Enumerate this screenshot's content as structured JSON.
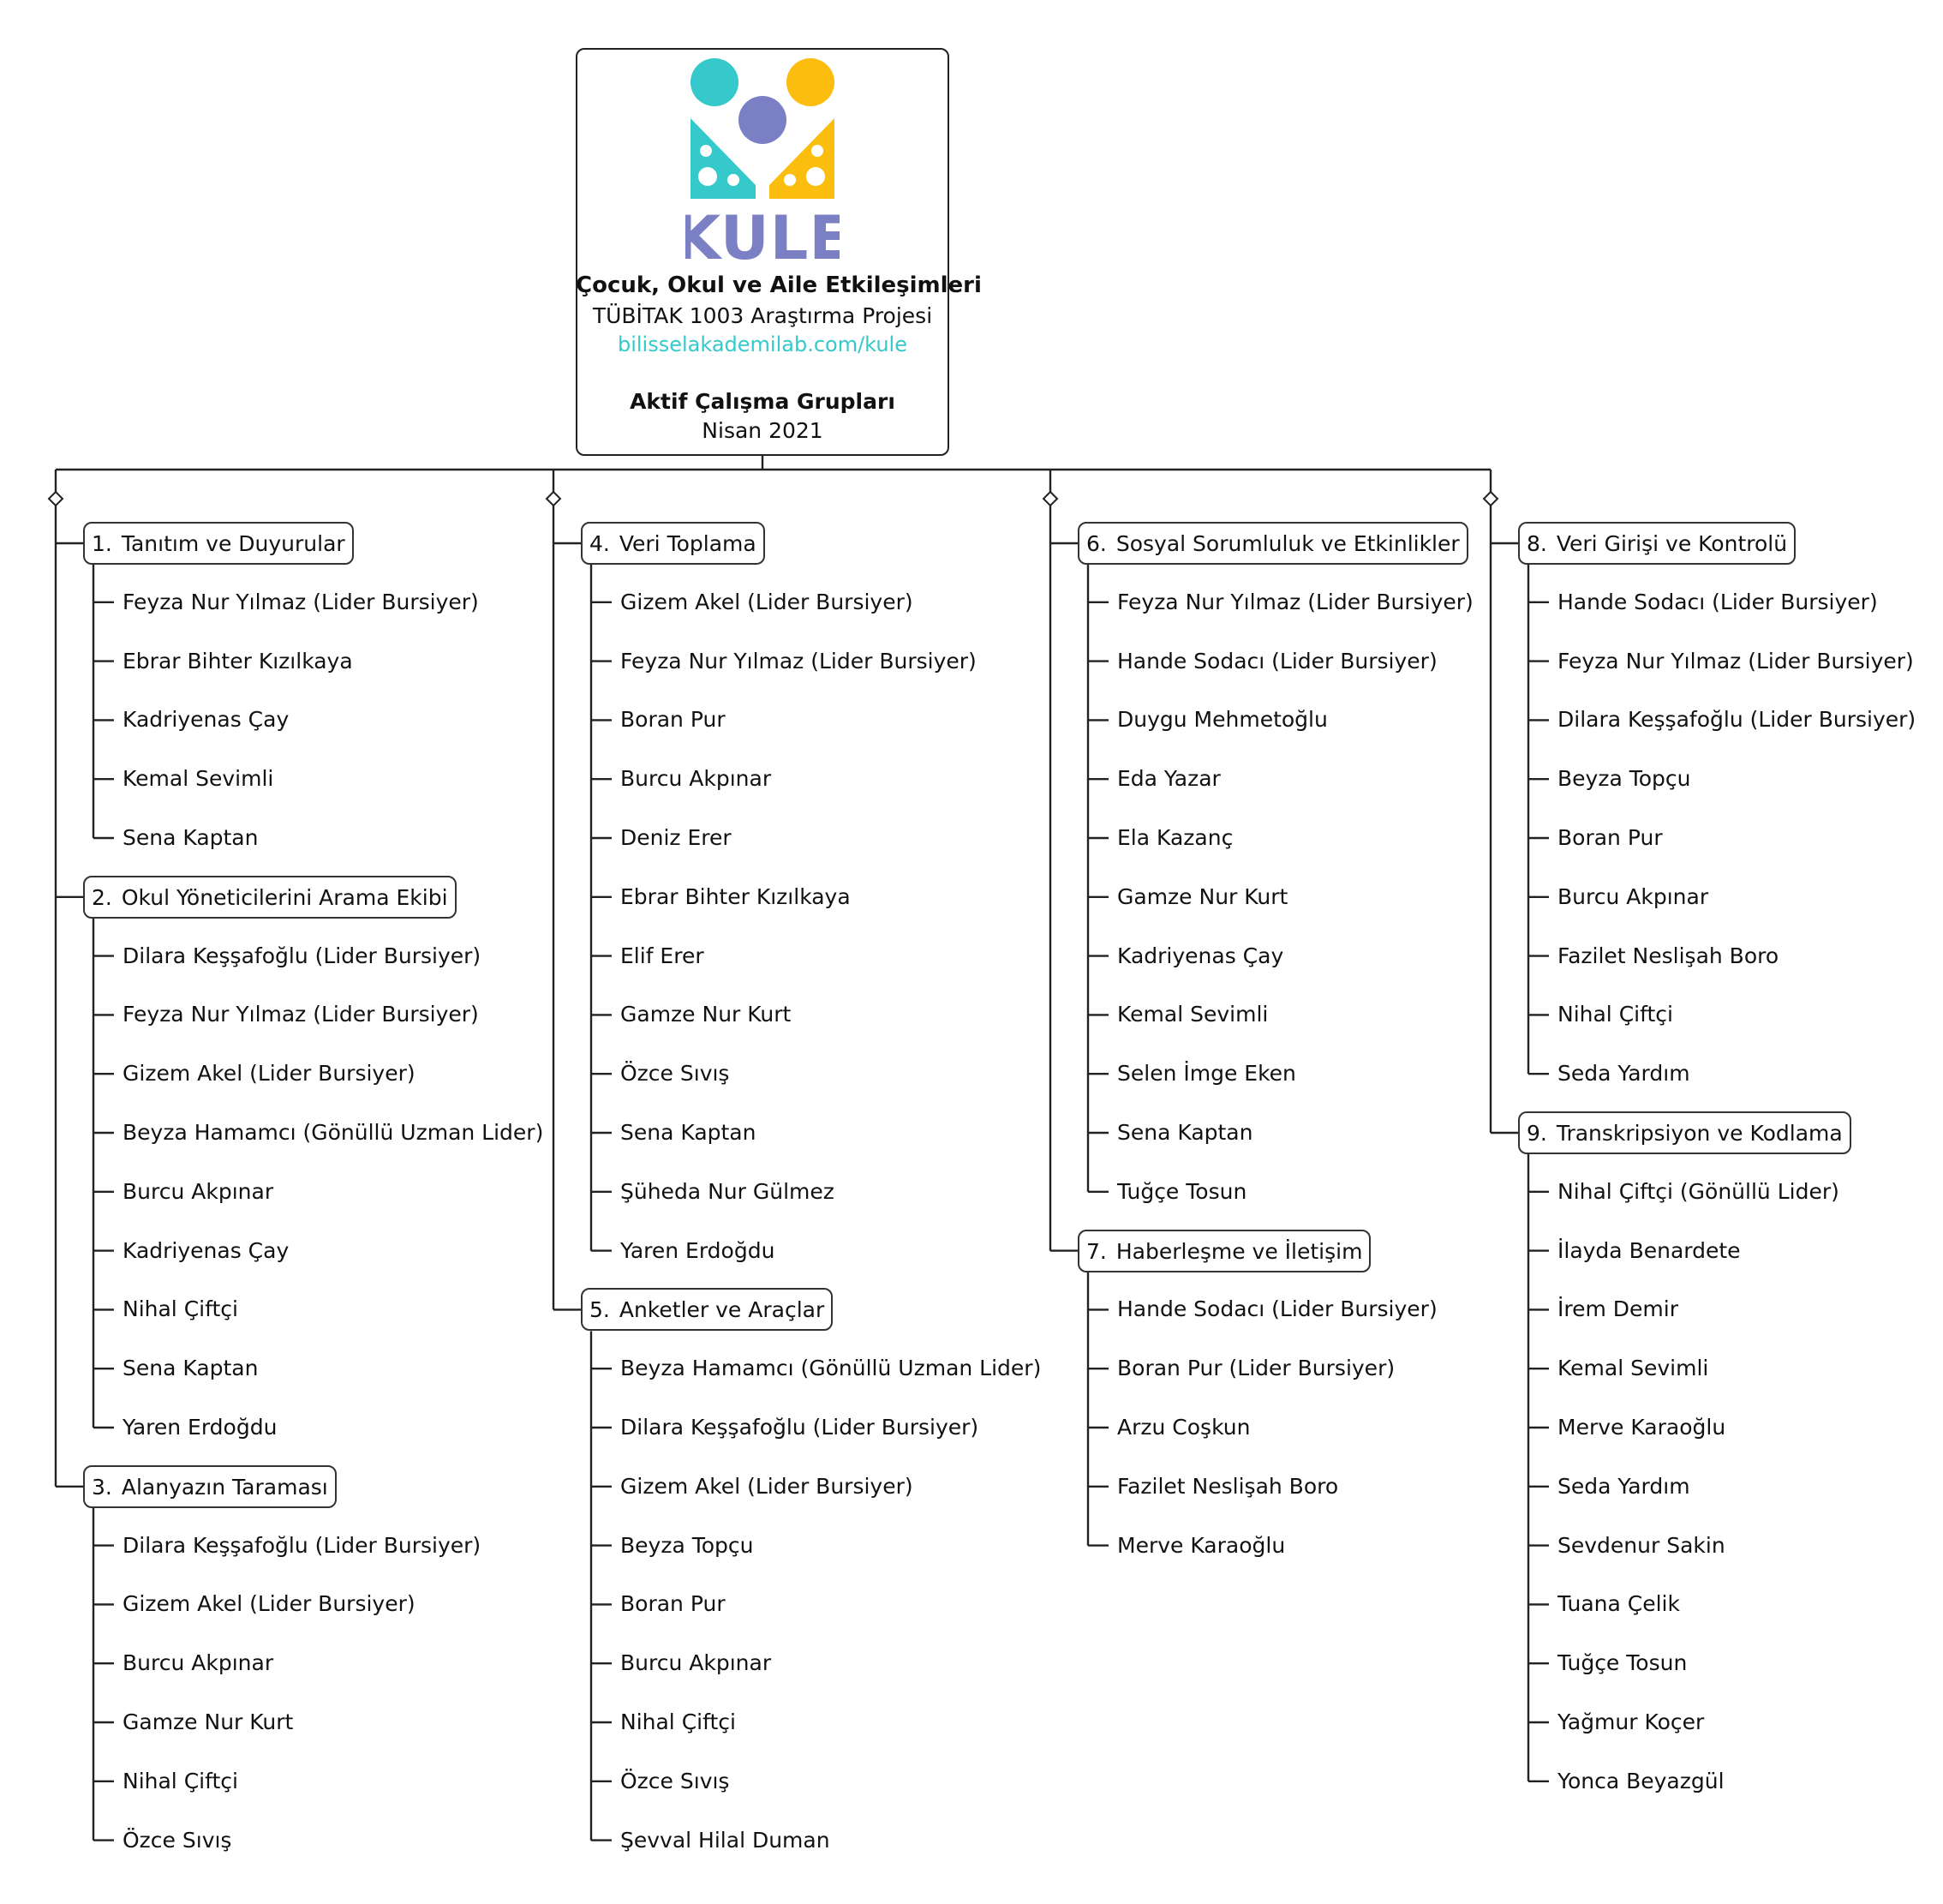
{
  "header": {
    "logo_text": "KULE",
    "title": "Çocuk, Okul ve Aile Etkileşimleri",
    "subtitle": "TÜBİTAK 1003 Araştırma Projesi",
    "url": "bilisselakademilab.com/kule",
    "section_title": "Aktif Çalışma Grupları",
    "date": "Nisan 2021"
  },
  "colors": {
    "teal": "#35c9cc",
    "purple": "#7b80c5",
    "yellow": "#fbbd0e",
    "line": "#222222"
  },
  "columns": [
    {
      "groups": [
        {
          "number": "1.",
          "title": "Tanıtım ve Duyurular",
          "members": [
            "Feyza Nur Yılmaz (Lider Bursiyer)",
            "Ebrar Bihter Kızılkaya",
            "Kadriyenas Çay",
            "Kemal Sevimli",
            "Sena Kaptan"
          ]
        },
        {
          "number": "2.",
          "title": "Okul Yöneticilerini Arama Ekibi",
          "members": [
            "Dilara Keşşafoğlu (Lider Bursiyer)",
            "Feyza Nur Yılmaz (Lider Bursiyer)",
            "Gizem Akel (Lider Bursiyer)",
            "Beyza Hamamcı (Gönüllü Uzman Lider)",
            "Burcu Akpınar",
            "Kadriyenas Çay",
            "Nihal Çiftçi",
            "Sena Kaptan",
            "Yaren Erdoğdu"
          ]
        },
        {
          "number": "3.",
          "title": "Alanyazın Taraması",
          "members": [
            "Dilara Keşşafoğlu (Lider Bursiyer)",
            "Gizem Akel (Lider Bursiyer)",
            "Burcu Akpınar",
            "Gamze Nur Kurt",
            "Nihal Çiftçi",
            "Özce Sıvış"
          ]
        }
      ]
    },
    {
      "groups": [
        {
          "number": "4.",
          "title": "Veri Toplama",
          "members": [
            "Gizem Akel (Lider Bursiyer)",
            "Feyza Nur Yılmaz (Lider Bursiyer)",
            "Boran Pur",
            "Burcu Akpınar",
            "Deniz Erer",
            "Ebrar Bihter Kızılkaya",
            "Elif Erer",
            "Gamze Nur Kurt",
            "Özce Sıvış",
            "Sena Kaptan",
            "Şüheda Nur Gülmez",
            "Yaren Erdoğdu"
          ]
        },
        {
          "number": "5.",
          "title": "Anketler ve Araçlar",
          "members": [
            "Beyza Hamamcı (Gönüllü Uzman Lider)",
            "Dilara Keşşafoğlu (Lider Bursiyer)",
            "Gizem Akel (Lider Bursiyer)",
            "Beyza Topçu",
            "Boran Pur",
            "Burcu Akpınar",
            "Nihal Çiftçi",
            "Özce Sıvış",
            "Şevval Hilal Duman"
          ]
        }
      ]
    },
    {
      "groups": [
        {
          "number": "6.",
          "title": "Sosyal Sorumluluk ve Etkinlikler",
          "members": [
            "Feyza Nur Yılmaz (Lider Bursiyer)",
            "Hande Sodacı (Lider Bursiyer)",
            "Duygu Mehmetoğlu",
            "Eda Yazar",
            "Ela Kazanç",
            "Gamze Nur Kurt",
            "Kadriyenas Çay",
            "Kemal Sevimli",
            "Selen İmge Eken",
            "Sena Kaptan",
            "Tuğçe Tosun"
          ]
        },
        {
          "number": "7.",
          "title": "Haberleşme ve İletişim",
          "members": [
            "Hande Sodacı (Lider Bursiyer)",
            "Boran Pur (Lider Bursiyer)",
            "Arzu Coşkun",
            "Fazilet Neslişah Boro",
            "Merve Karaoğlu"
          ]
        }
      ]
    },
    {
      "groups": [
        {
          "number": "8.",
          "title": "Veri Girişi ve Kontrolü",
          "members": [
            "Hande Sodacı (Lider Bursiyer)",
            "Feyza Nur Yılmaz (Lider Bursiyer)",
            "Dilara Keşşafoğlu (Lider Bursiyer)",
            "Beyza Topçu",
            "Boran Pur",
            "Burcu Akpınar",
            "Fazilet Neslişah Boro",
            "Nihal Çiftçi",
            "Seda Yardım"
          ]
        },
        {
          "number": "9.",
          "title": "Transkripsiyon ve Kodlama",
          "members": [
            "Nihal Çiftçi (Gönüllü Lider)",
            "İlayda Benardete",
            "İrem Demir",
            "Kemal Sevimli",
            "Merve Karaoğlu",
            "Seda Yardım",
            "Sevdenur Sakin",
            "Tuana Çelik",
            "Tuğçe Tosun",
            "Yağmur Koçer",
            "Yonca Beyazgül"
          ]
        }
      ]
    }
  ]
}
